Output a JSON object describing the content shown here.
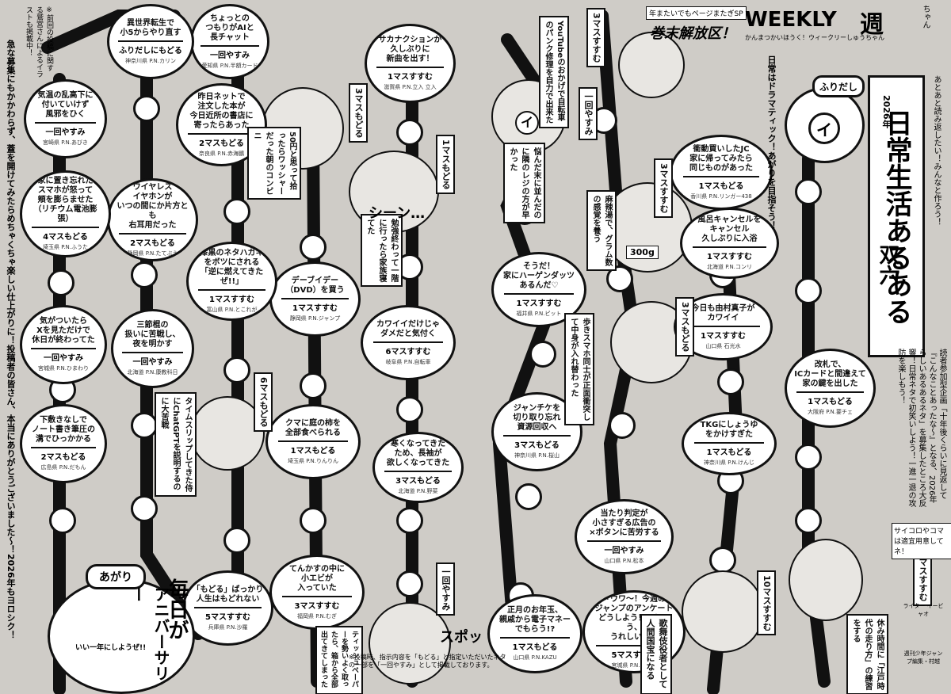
{
  "header": {
    "weekly": "WEEKLY",
    "weekly_jp": "週",
    "chan": "ちゃん",
    "kanmatsu": "かんまつかいほうく！ウィークリーしゅうちゃん",
    "sp": "年またいでもページまたぎSP",
    "kaikan": "巻末解放区！",
    "year": "2026年",
    "title_main": "日常生活あるある",
    "title_sub": "双六",
    "tagline": "日常はドラマティック！あがりを目指そう！",
    "intro": "あとあと読み返したい！みんなと作ろう！",
    "editorial": "読者参加型企画「十年後くらいに見返して『こんなことあったな〜』となる、2026年らしいあるあるネタ」を募集したところ大反響！日常ネタで初笑いしよう！一進一退の攻防を楽しもう！",
    "saikoro": "サイコロやコマは適宜用意してネ！",
    "writer": "ライター イービャオ",
    "editor": "週刊少年ジャンプ編集・村越"
  },
  "start": {
    "label": "ふりだし",
    "square": "イ"
  },
  "goal": {
    "label": "あがり",
    "main": "毎日が",
    "sub": "アニバーサリー",
    "note": "いい一年にしようぜ!!"
  },
  "thanks": "急な募集にもかかわらず、蓋を開けてみたらめちゃくちゃ楽しい仕上がりに！投稿者の皆さん、本当にありがとうございました〜！2026年もヨロシク！",
  "illust_note": "※前回の投稿に関する鷲宮さんによるイラストも掲載中！",
  "footnote": "※投稿時、指示内容を「もどる」と指定いただいたネタの一部を「一回やすみ」として掲載しております。",
  "squares": [
    {
      "id": "s1",
      "text": "風呂キャンセルを\nキャンセル\n久しぶりに入浴",
      "result": "1マスすすむ",
      "pn": "北海道 P.N.コンリ"
    },
    {
      "id": "s2",
      "text": "衝動買いしたJC\n家に帰ってみたら\n同じものがあった",
      "result": "1マスもどる",
      "pn": "香川県 P.N.リンガー438"
    },
    {
      "id": "s3",
      "text": "今日も由村真子が\nカワイイ",
      "result": "1マスすすむ",
      "pn": "山口県 石光水"
    },
    {
      "id": "s4",
      "text": "改札で、\nICカードと間違えて\n家の鍵を出した",
      "result": "1マスもどる",
      "pn": "大阪府 P.N.要チェ"
    },
    {
      "id": "s5",
      "text": "TKGにしょうゆ\nをかけすぎた",
      "result": "1マスもどる",
      "pn": "神奈川県 P.N.けんじ"
    },
    {
      "id": "s6",
      "text": "当たり判定が\n小さすぎる広告の\n×ボタンに苦労する",
      "result": "一回やすみ",
      "pn": "山口県 P.N.松本"
    },
    {
      "id": "s7",
      "text": "「ウワ〜！今週の\nジャンプのアンケート\nどうしよう！」という、\nうれしい悩み",
      "result": "5マスすすむ",
      "pn": "宮城県 P.N.サカナ"
    },
    {
      "id": "s8",
      "text": "正月のお年玉、\n親戚から電子マネー\nでもらう!?",
      "result": "1マスもどる",
      "pn": "山口県 P.N.KAZU"
    },
    {
      "id": "s9",
      "text": "ジャンチケを\n切り取り忘れ\n資源回収へ",
      "result": "3マスもどる",
      "pn": "神奈川県 P.N.桜山"
    },
    {
      "id": "s10",
      "text": "そうだ！\n家にハーゲンダッツ\nあるんだ♡",
      "result": "1マスすすむ",
      "pn": "福井県 P.N.ピット"
    },
    {
      "id": "s11",
      "text": "サカナクションが\n久しぶりに\n新曲を出す！",
      "result": "1マスすすむ",
      "pn": "滋賀県 P.N.立入 立入"
    },
    {
      "id": "s12",
      "text": "カワイイだけじゃ\nダメだと気付く",
      "result": "6マスすすむ",
      "pn": "岐阜県 P.N.自転車"
    },
    {
      "id": "s13",
      "text": "寒くなってきた\nため、長袖が\n欲しくなってきた",
      "result": "3マスもどる",
      "pn": "北海道 P.N.野菜"
    },
    {
      "id": "s14",
      "text": "てんかすの中に\n小エビが\n入っていた",
      "result": "3マスすすむ",
      "pn": "福岡県 P.N.むぎ"
    },
    {
      "id": "s15",
      "text": "「もどる」ばっかり\n人生はもどれない",
      "result": "5マスすすむ",
      "pn": "兵庫県 P.N.沙羅"
    },
    {
      "id": "s16",
      "text": "クマに庭の柿を\n全部食べられる",
      "result": "1マスもどる",
      "pn": "埼玉県 P.N.りんりん"
    },
    {
      "id": "s17",
      "text": "デーブイデー\n（DVD）を買う",
      "result": "1マスすすむ",
      "pn": "静岡県 P.N.ジャンプ"
    },
    {
      "id": "s18",
      "text": "漆黒のネタハガキ\nをボツにされる\n「逆に燃えてきたぜ!!」",
      "result": "1マスすすむ",
      "pn": "富山県 P.N.とこれが"
    },
    {
      "id": "s19",
      "text": "三節棍の\n扱いに苦戦し、\n夜を明かす",
      "result": "一回やすみ",
      "pn": "北海道 P.N.康教科日"
    },
    {
      "id": "s20",
      "text": "ワイヤレス\nイヤホンが\nいつの間にか片方とも\n右耳用だった",
      "result": "2マスもどる",
      "pn": "静岡県 P.N.たてぶえ"
    },
    {
      "id": "s21",
      "text": "昨日ネットで\n注文した本が\n今日近所の書店に\n寄ったらあった",
      "result": "2マスもどる",
      "pn": "奈良県 P.N.赤海鵬"
    },
    {
      "id": "s22",
      "text": "ちょっとの\nつもりがAIと\n長チャット",
      "result": "一回やすみ",
      "pn": "愛知県 P.N.半額カード"
    },
    {
      "id": "s23",
      "text": "異世界転生で\n小5からやり直す",
      "result": "ふりだしにもどる",
      "pn": "神奈川県 P.N.カリン"
    },
    {
      "id": "s24",
      "text": "気温の乱高下に\n付いていけず\n風邪をひく",
      "result": "一回やすみ",
      "pn": "宮崎県 P.N.あびき"
    },
    {
      "id": "s25",
      "text": "家に置き忘れた\nスマホが怒って\n頬を膨らませた\n（リチウム電池膨張）",
      "result": "4マスもどる",
      "pn": "埼玉県 P.N.ふうた"
    },
    {
      "id": "s26",
      "text": "気がついたら\nXを見ただけで\n休日が終わってた",
      "result": "一回やすみ",
      "pn": "宮城県 P.N.ひまわり"
    },
    {
      "id": "s27",
      "text": "下敷きなしで\nノート書き筆圧の\n溝でひっかかる",
      "result": "2マスもどる",
      "pn": "広島県 P.N.だもん"
    }
  ],
  "labels": [
    {
      "id": "l1",
      "text": "3マスもどる"
    },
    {
      "id": "l2",
      "text": "1マスもどる"
    },
    {
      "id": "l3",
      "text": "3マスすすむ"
    },
    {
      "id": "l4",
      "text": "一回やすみ"
    },
    {
      "id": "l5",
      "text": "3マスすすむ"
    },
    {
      "id": "l6",
      "text": "3マスもどる"
    },
    {
      "id": "l7",
      "text": "10マスすすむ"
    },
    {
      "id": "l8",
      "text": "3マスすすむ"
    },
    {
      "id": "l9",
      "text": "6マスもどる"
    },
    {
      "id": "l10",
      "text": "一回やすみ"
    }
  ],
  "vertical_panels": [
    {
      "id": "v1",
      "text": "YouTubeのおかげで自転車のパンク修理を自力で出来た"
    },
    {
      "id": "v2",
      "text": "50円と思って拾ったらワッシャーだった朝のコンビニ"
    },
    {
      "id": "v3",
      "text": "勉強終わって一階に行ったら家族寝てた"
    },
    {
      "id": "v4",
      "text": "悩んだ末に並んだのに隣のレジの方が早かった"
    },
    {
      "id": "v5",
      "text": "麻辣湯で、グラム数の感覚を養う"
    },
    {
      "id": "v6",
      "text": "歩きスマホ同士が正面衝突して中身が入れ替わった"
    },
    {
      "id": "v7",
      "text": "タイムスリップしてきた侍にChatGPTを説明するのに大苦戦"
    },
    {
      "id": "v8",
      "text": "ティッシュペーパーを勢いよく取ったら、箱から全部出てきてしまった"
    },
    {
      "id": "v9",
      "text": "歌舞伎役者として人間国宝になる"
    },
    {
      "id": "v10",
      "text": "休み時間に「江戸時代の走り方」の練習をする"
    }
  ],
  "sfx": [
    {
      "id": "x1",
      "text": "シーン…"
    },
    {
      "id": "x2",
      "text": "スポッ"
    },
    {
      "id": "x3",
      "text": "300g"
    },
    {
      "id": "x4",
      "text": "イ"
    }
  ]
}
